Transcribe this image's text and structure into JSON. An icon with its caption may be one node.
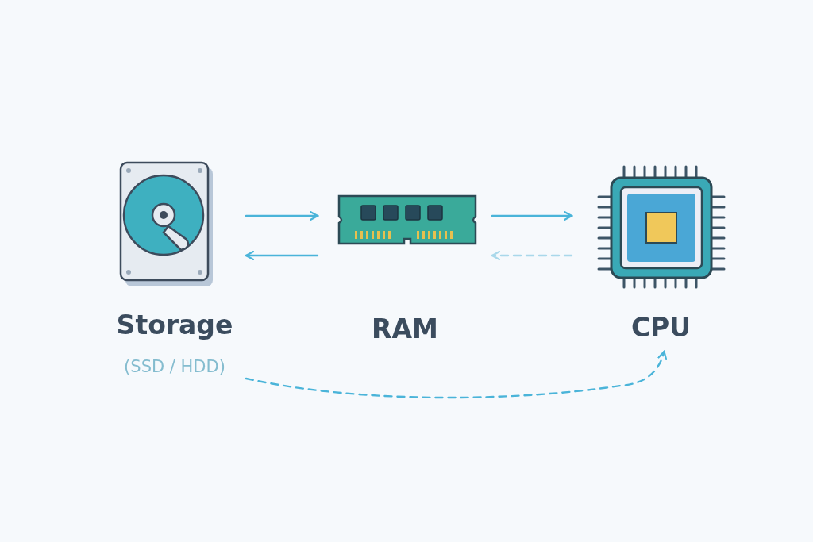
{
  "diagram": {
    "nodes": [
      {
        "text": [
          "Storage",
          "(SSD / HDD)"
        ]
      },
      {
        "text": [
          "RAM"
        ]
      },
      {
        "text": [
          "CPU"
        ]
      }
    ],
    "edges": [
      {
        "from": 0,
        "to": 1,
        "arrow": "to"
      },
      {
        "from": 1,
        "to": 0,
        "arrow": "to"
      },
      {
        "from": 1,
        "to": 2,
        "arrow": "to"
      },
      {
        "from": 2,
        "to": 1,
        "arrow": "to",
        "style": "dashed",
        "color": "#a9d8ea"
      },
      {
        "from": 0,
        "to": 2,
        "arrow": "to",
        "style": "dashed"
      }
    ]
  }
}
